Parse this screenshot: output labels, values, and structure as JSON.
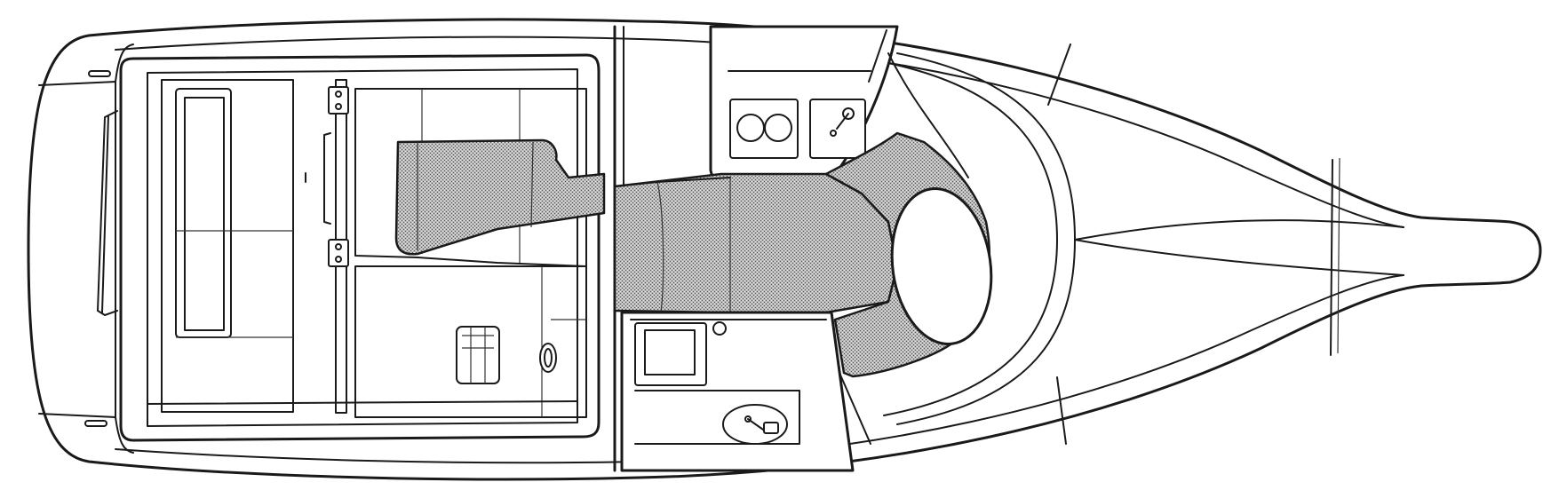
{
  "diagram": {
    "type": "boat-deck-plan",
    "view": "top",
    "line_color": "#1a1a1a",
    "upholstery_pattern": "stipple",
    "background_color": "#ffffff"
  }
}
